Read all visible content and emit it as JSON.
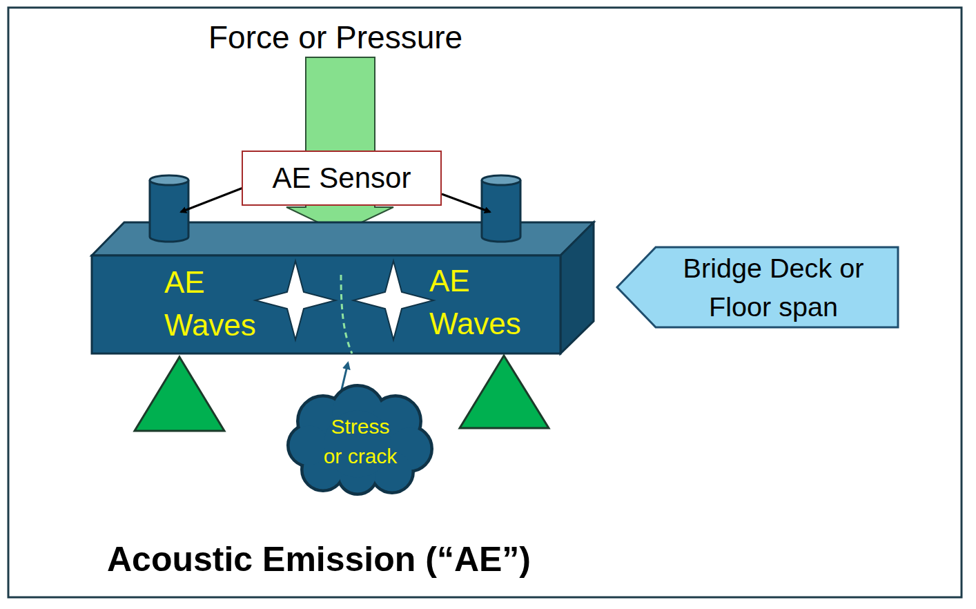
{
  "diagram": {
    "title": "Acoustic Emission (“AE”)",
    "nodes": [
      {
        "text": [
          "AE Sensor"
        ]
      },
      {
        "text": [
          "AE Waves",
          "AE Waves"
        ]
      },
      {
        "text": [
          "Bridge Deck or Floor span"
        ]
      },
      {
        "text": [
          "Stress or crack"
        ]
      }
    ],
    "labels": [
      "Force or Pressure"
    ]
  }
}
